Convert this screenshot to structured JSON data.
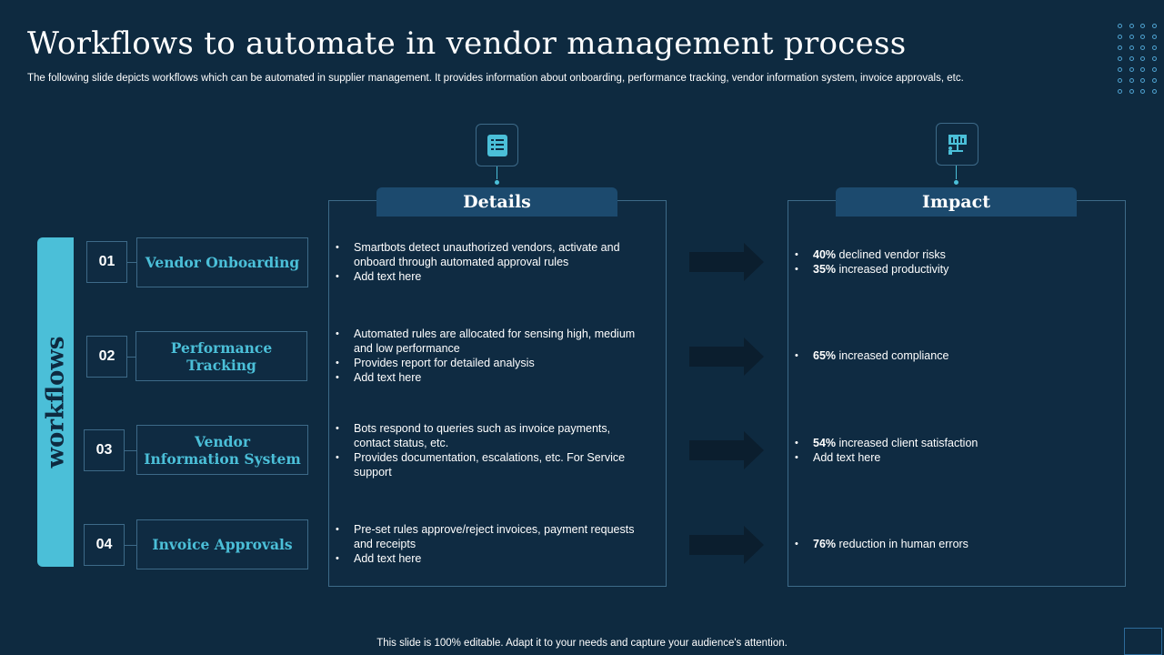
{
  "title": "Workflows to automate in vendor management process",
  "subtitle": "The following slide depicts workflows which can be automated in supplier management. It provides information about onboarding, performance tracking, vendor information system, invoice approvals, etc.",
  "side_label": "workflows",
  "details_header": "Details",
  "impact_header": "Impact",
  "workflows": [
    {
      "num": "01",
      "name_lines": [
        "Vendor Onboarding"
      ],
      "details": [
        "Smartbots detect unauthorized vendors, activate and onboard through automated approval rules",
        "Add text here"
      ],
      "impact": [
        {
          "value": "40%",
          "text": " declined vendor risks"
        },
        {
          "value": "35%",
          "text": " increased productivity"
        }
      ]
    },
    {
      "num": "02",
      "name_lines": [
        "Performance Tracking"
      ],
      "details": [
        "Automated rules are allocated for sensing high, medium and low performance",
        "Provides report for detailed analysis",
        "Add text here"
      ],
      "impact": [
        {
          "value": "65%",
          "text": " increased compliance"
        }
      ]
    },
    {
      "num": "03",
      "name_lines": [
        "Vendor",
        "Information System"
      ],
      "details": [
        "Bots respond to queries such as invoice payments, contact status, etc.",
        "Provides documentation, escalations, etc. For Service support"
      ],
      "impact": [
        {
          "value": "54%",
          "text": " increased client satisfaction"
        },
        {
          "value": "",
          "text": "Add text here"
        }
      ]
    },
    {
      "num": "04",
      "name_lines": [
        "Invoice Approvals"
      ],
      "details": [
        "Pre-set rules approve/reject invoices, payment requests and receipts",
        "Add text here"
      ],
      "impact": [
        {
          "value": "76%",
          "text": " reduction in human errors"
        }
      ]
    }
  ],
  "footer": "This slide is 100% editable. Adapt it to your needs and capture your audience's attention.",
  "icons": {
    "details": "list-icon",
    "impact": "presentation-icon"
  },
  "colors": {
    "background": "#0e2a40",
    "accent": "#4bbfd8",
    "header": "#1c4a6e",
    "border": "#3d6a88"
  }
}
